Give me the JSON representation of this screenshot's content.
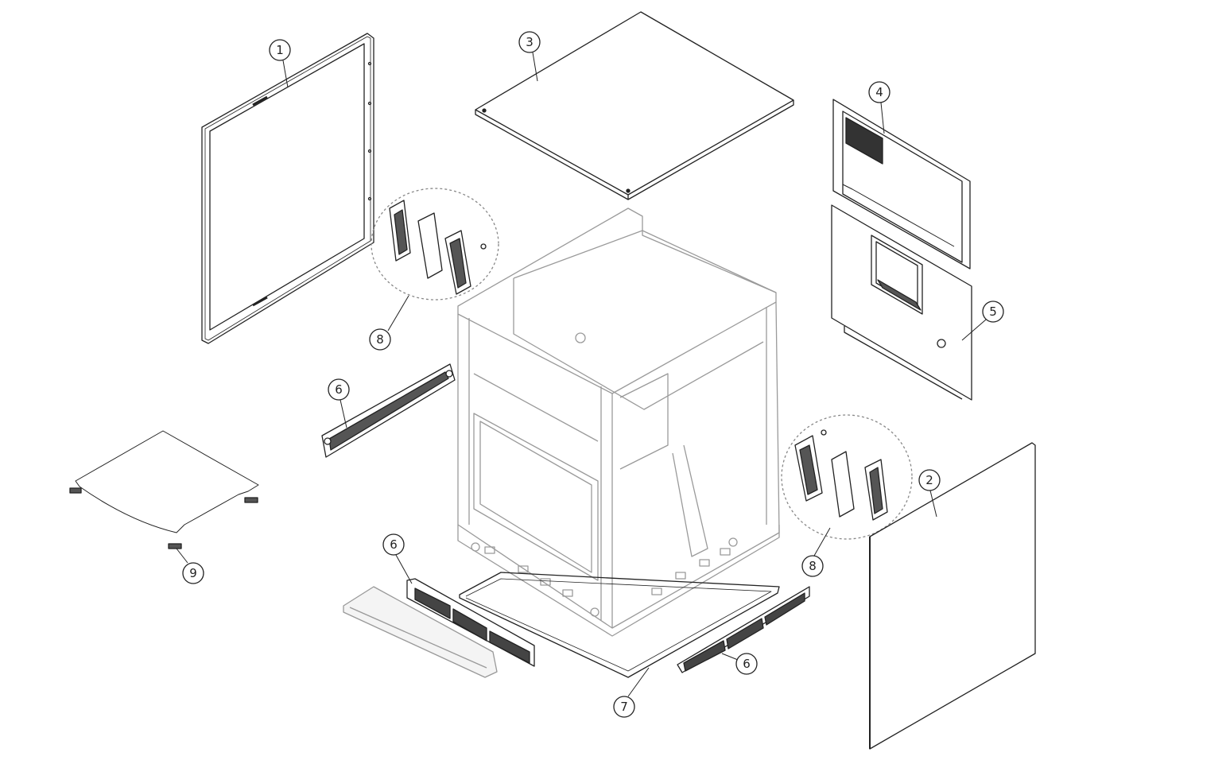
{
  "diagram": {
    "type": "exploded-parts-view",
    "colors": {
      "line": "#222222",
      "frame": "#9a9a9a",
      "panel_fill": "#ffffff",
      "dark": "#333333"
    },
    "callouts": [
      {
        "id": "c1",
        "label": "1"
      },
      {
        "id": "c2",
        "label": "2"
      },
      {
        "id": "c3",
        "label": "3"
      },
      {
        "id": "c4",
        "label": "4"
      },
      {
        "id": "c5",
        "label": "5"
      },
      {
        "id": "c6a",
        "label": "6"
      },
      {
        "id": "c6b",
        "label": "6"
      },
      {
        "id": "c6c",
        "label": "6"
      },
      {
        "id": "c7",
        "label": "7"
      },
      {
        "id": "c8a",
        "label": "8"
      },
      {
        "id": "c8b",
        "label": "8"
      },
      {
        "id": "c9",
        "label": "9"
      }
    ]
  }
}
